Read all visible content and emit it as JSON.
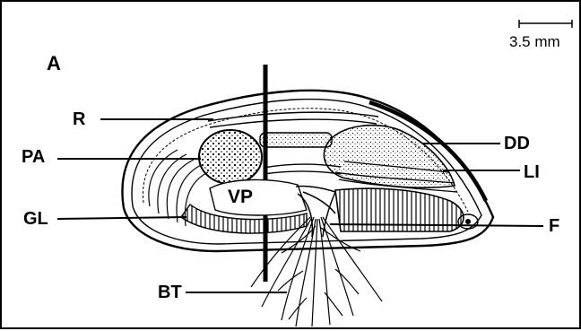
{
  "figure": {
    "panel_letter": "A",
    "scale_bar": "3.5 mm",
    "labels": {
      "r": "R",
      "pa": "PA",
      "gl": "GL",
      "bt": "BT",
      "dd": "DD",
      "li": "LI",
      "f": "F",
      "vp": "VP"
    }
  },
  "colors": {
    "ink": "#000000",
    "background": "#ffffff"
  }
}
